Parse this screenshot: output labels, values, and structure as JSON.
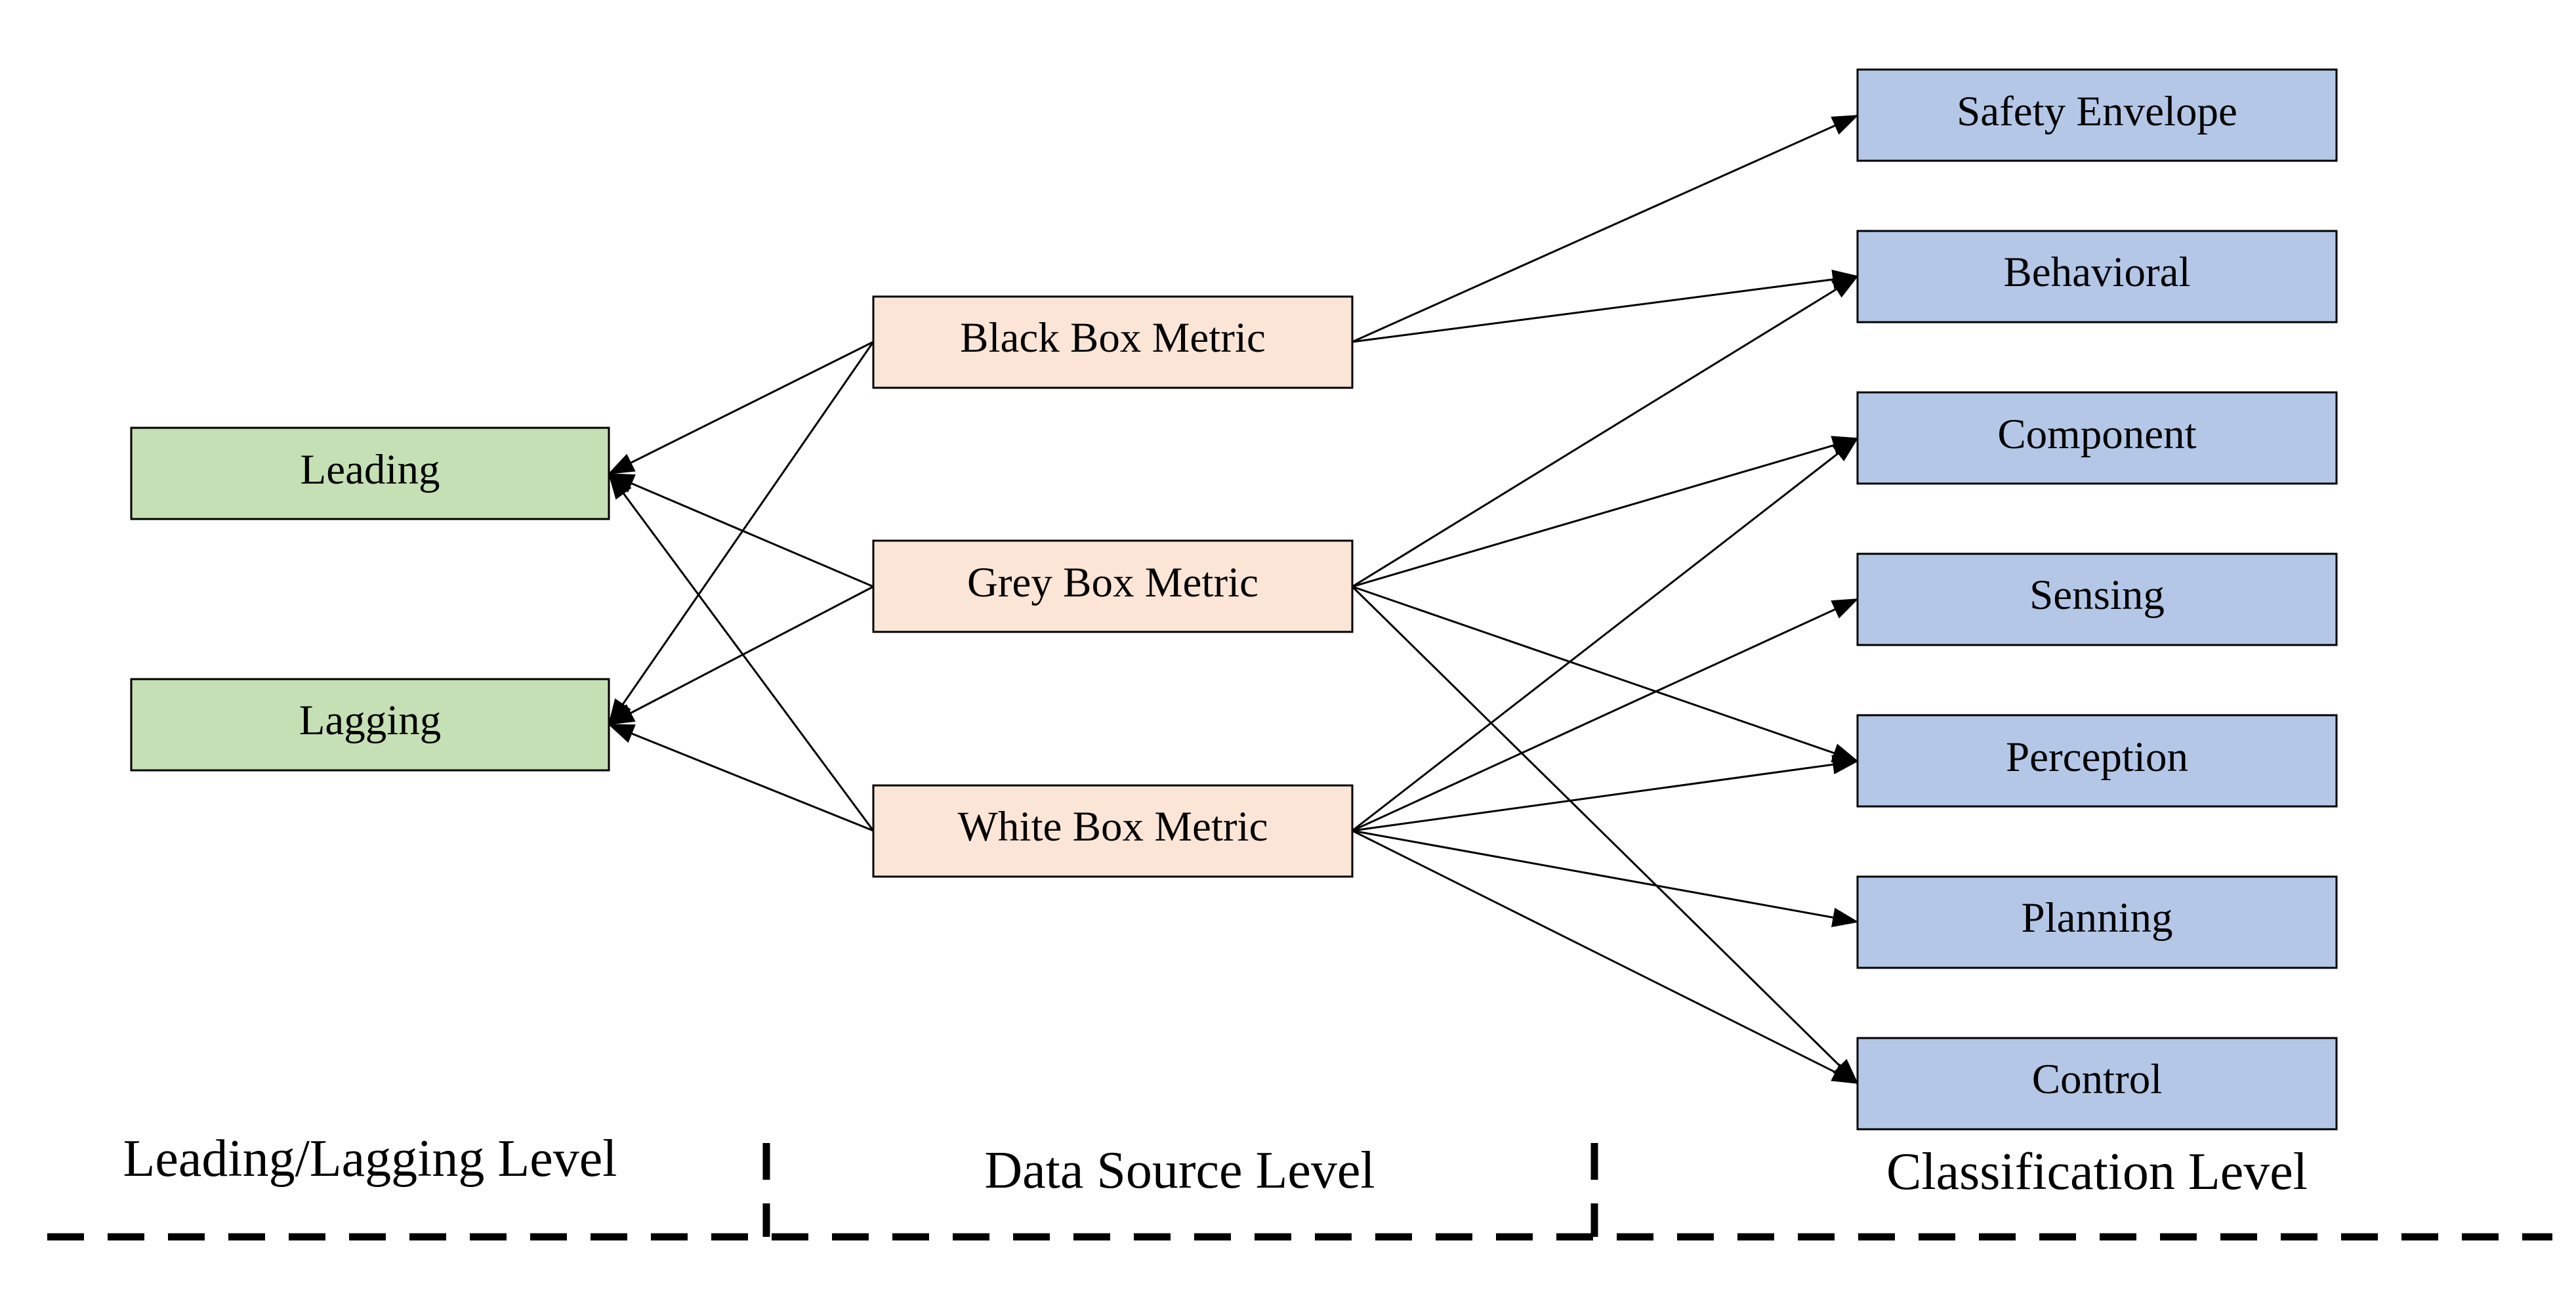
{
  "colors": {
    "leading_lagging_fill": "#c5e0b4",
    "data_source_fill": "#fbe5d6",
    "classification_fill": "#b4c7e7",
    "stroke": "#000000"
  },
  "nodes": {
    "leading": "Leading",
    "lagging": "Lagging",
    "black_box": "Black Box Metric",
    "grey_box": "Grey Box Metric",
    "white_box": "White Box Metric",
    "safety_envelope": "Safety Envelope",
    "behavioral": "Behavioral",
    "component": "Component",
    "sensing": "Sensing",
    "perception": "Perception",
    "planning": "Planning",
    "control": "Control"
  },
  "levels": {
    "leading_lagging": "Leading/Lagging Level",
    "data_source": "Data Source Level",
    "classification": "Classification Level"
  },
  "edges": [
    {
      "from": "black_box",
      "to": "leading"
    },
    {
      "from": "black_box",
      "to": "lagging"
    },
    {
      "from": "grey_box",
      "to": "leading"
    },
    {
      "from": "grey_box",
      "to": "lagging"
    },
    {
      "from": "white_box",
      "to": "leading"
    },
    {
      "from": "white_box",
      "to": "lagging"
    },
    {
      "from": "black_box",
      "to": "safety_envelope"
    },
    {
      "from": "black_box",
      "to": "behavioral"
    },
    {
      "from": "grey_box",
      "to": "behavioral"
    },
    {
      "from": "grey_box",
      "to": "component"
    },
    {
      "from": "grey_box",
      "to": "perception"
    },
    {
      "from": "grey_box",
      "to": "control"
    },
    {
      "from": "white_box",
      "to": "component"
    },
    {
      "from": "white_box",
      "to": "sensing"
    },
    {
      "from": "white_box",
      "to": "perception"
    },
    {
      "from": "white_box",
      "to": "planning"
    },
    {
      "from": "white_box",
      "to": "control"
    }
  ]
}
